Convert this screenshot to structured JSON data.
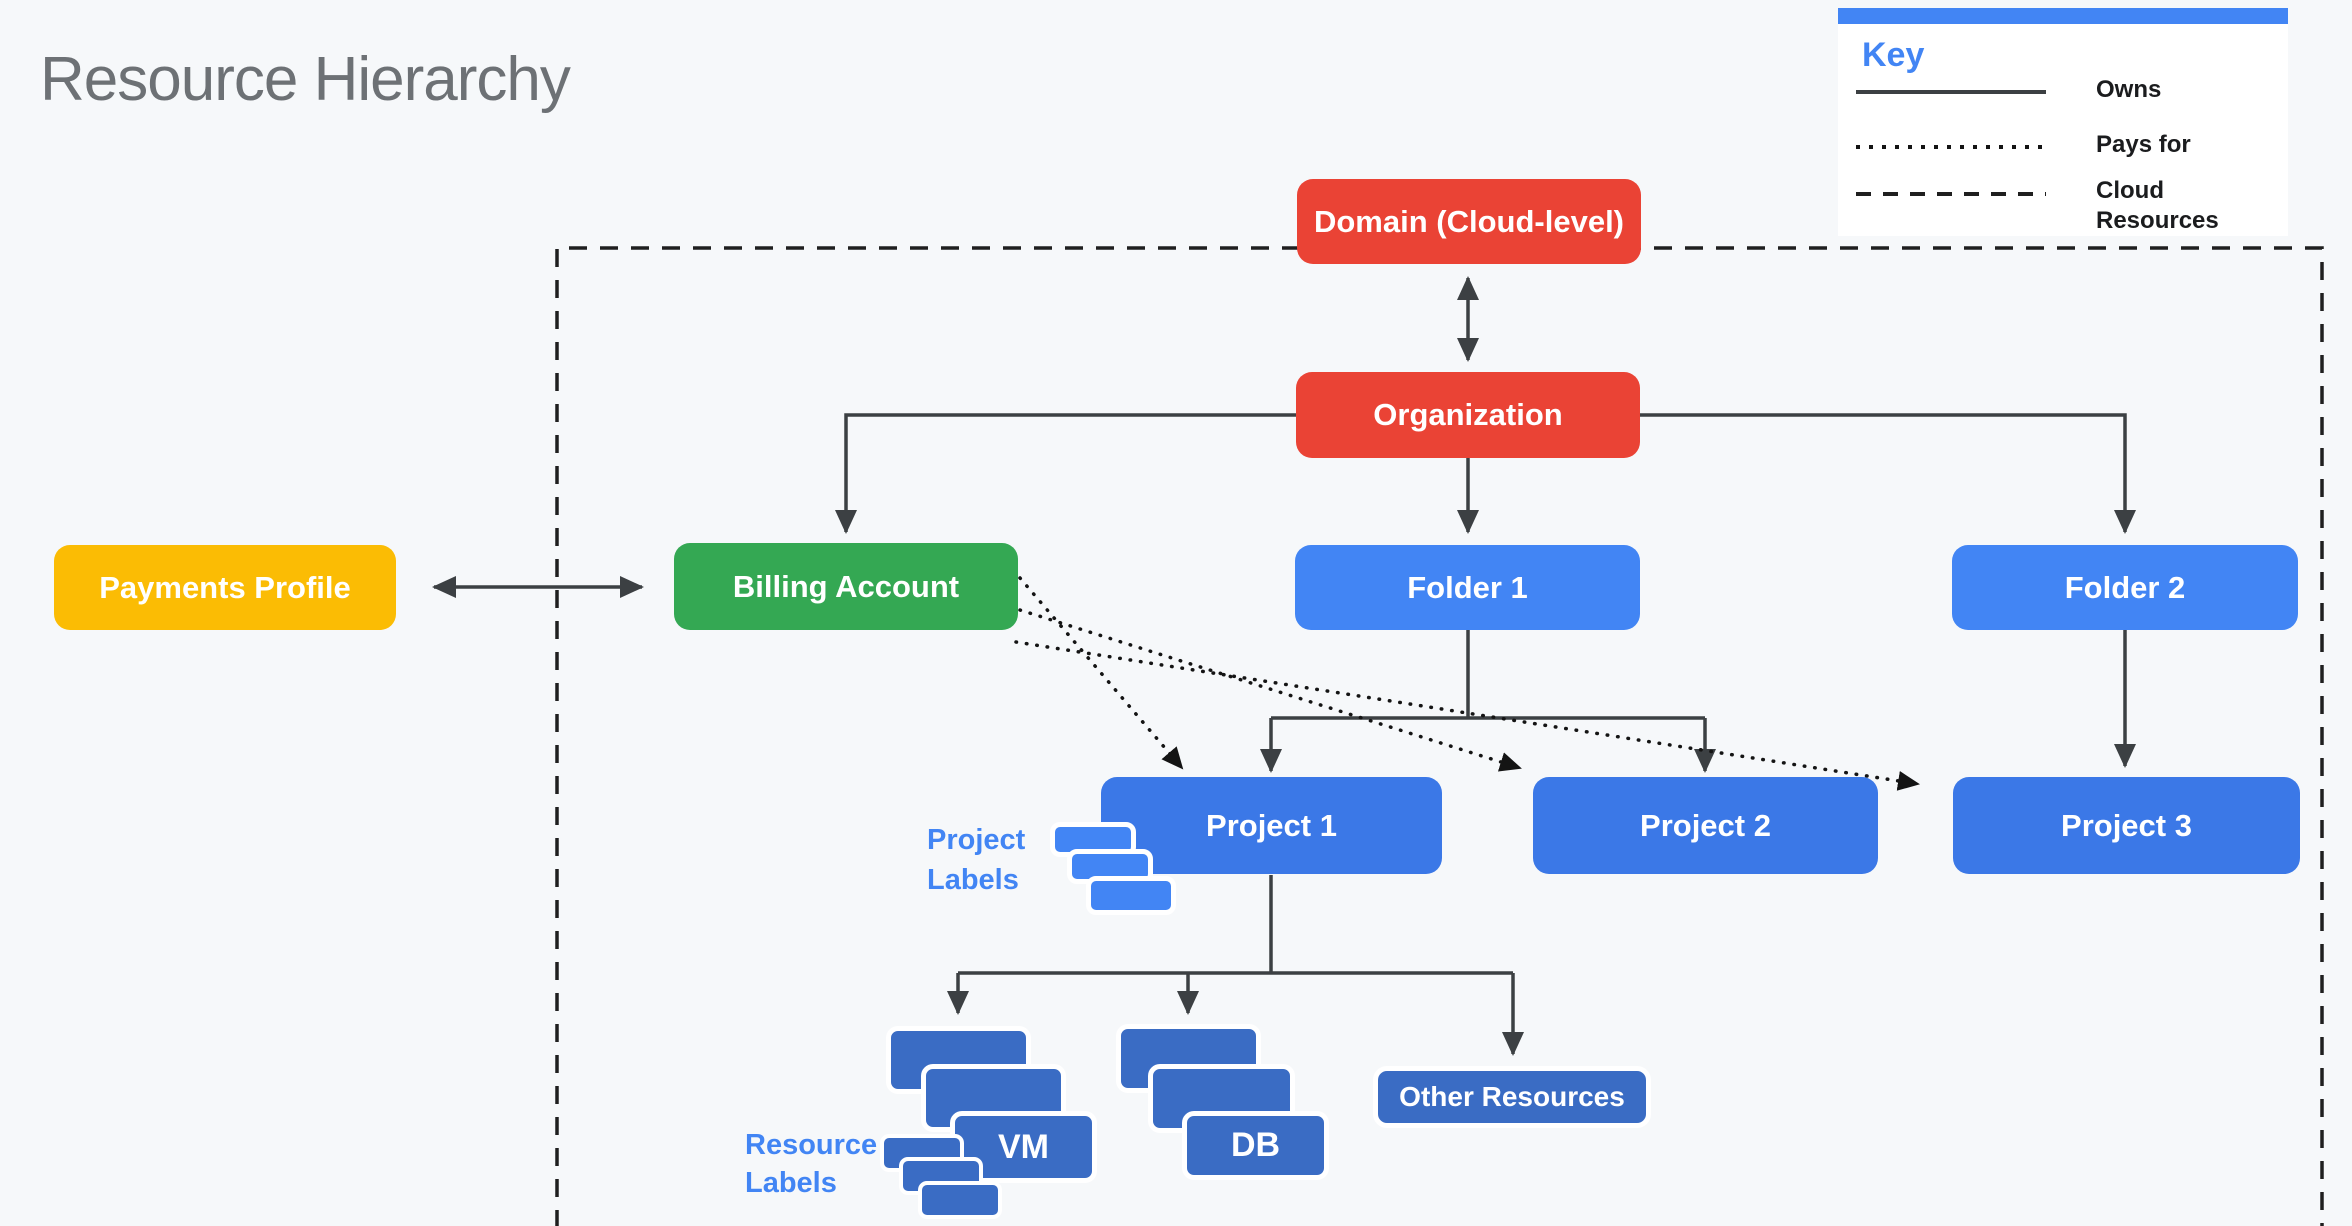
{
  "title": "Resource Hierarchy",
  "key": {
    "title": "Key",
    "items": [
      {
        "line_style": "solid",
        "label": "Owns"
      },
      {
        "line_style": "dotted",
        "label": "Pays for"
      },
      {
        "line_style": "dashed",
        "label": "Cloud Resources"
      }
    ]
  },
  "nodes": {
    "domain": {
      "label": "Domain (Cloud-level)",
      "color": "#EA4335"
    },
    "organization": {
      "label": "Organization",
      "color": "#EA4335"
    },
    "payments_profile": {
      "label": "Payments Profile",
      "color": "#FBBC04"
    },
    "billing_account": {
      "label": "Billing Account",
      "color": "#34A853"
    },
    "folder1": {
      "label": "Folder 1",
      "color": "#4285F4"
    },
    "folder2": {
      "label": "Folder 2",
      "color": "#4285F4"
    },
    "project1": {
      "label": "Project 1",
      "color": "#3B78E7"
    },
    "project2": {
      "label": "Project 2",
      "color": "#3B78E7"
    },
    "project3": {
      "label": "Project 3",
      "color": "#3B78E7"
    },
    "vm": {
      "label": "VM",
      "color": "#3A6CC4"
    },
    "db": {
      "label": "DB",
      "color": "#3A6CC4"
    },
    "other_resources": {
      "label": "Other Resources",
      "color": "#3A6CC4"
    }
  },
  "annotations": {
    "project_labels": "Project Labels",
    "resource_labels": "Resource Labels"
  },
  "colors": {
    "background": "#F6F8FA",
    "title_text": "#6D7175",
    "solid_connector": "#3C4043",
    "dotted_connector": "#141414",
    "dashed_boundary": "#1F1F1F",
    "annotation_text": "#4285F4"
  }
}
